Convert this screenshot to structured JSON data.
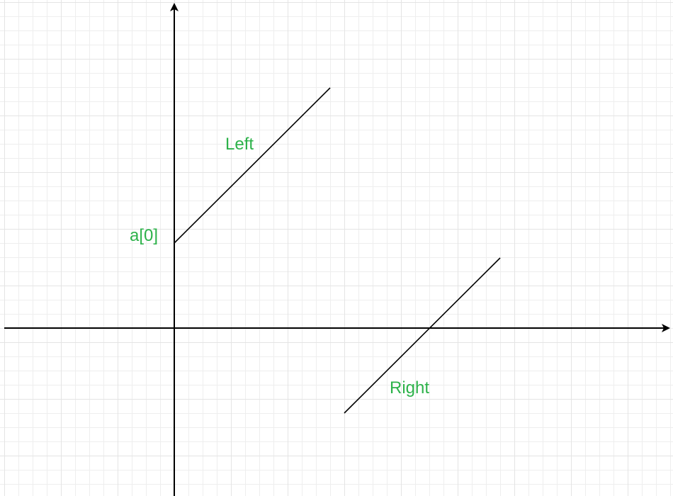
{
  "labels": {
    "left_line": "Left",
    "right_line": "Right",
    "intercept": "a[0]"
  },
  "colors": {
    "label": "#2db24a",
    "line": "#000000",
    "grid_major": "#e4e4e4",
    "grid_minor": "#eeeeee"
  }
}
